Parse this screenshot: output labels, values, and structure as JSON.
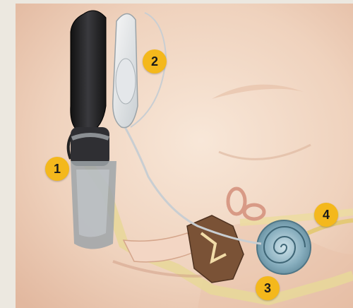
{
  "markers": [
    {
      "label": "1"
    },
    {
      "label": "2"
    },
    {
      "label": "3"
    },
    {
      "label": "4"
    }
  ],
  "colors": {
    "marker": "#f4b81c",
    "background": "#ece8e0",
    "skin": "#f1d9c6",
    "processor": "#2a2a2d",
    "cochlea": "#7fa3b3",
    "bone": "#e8d79a"
  }
}
